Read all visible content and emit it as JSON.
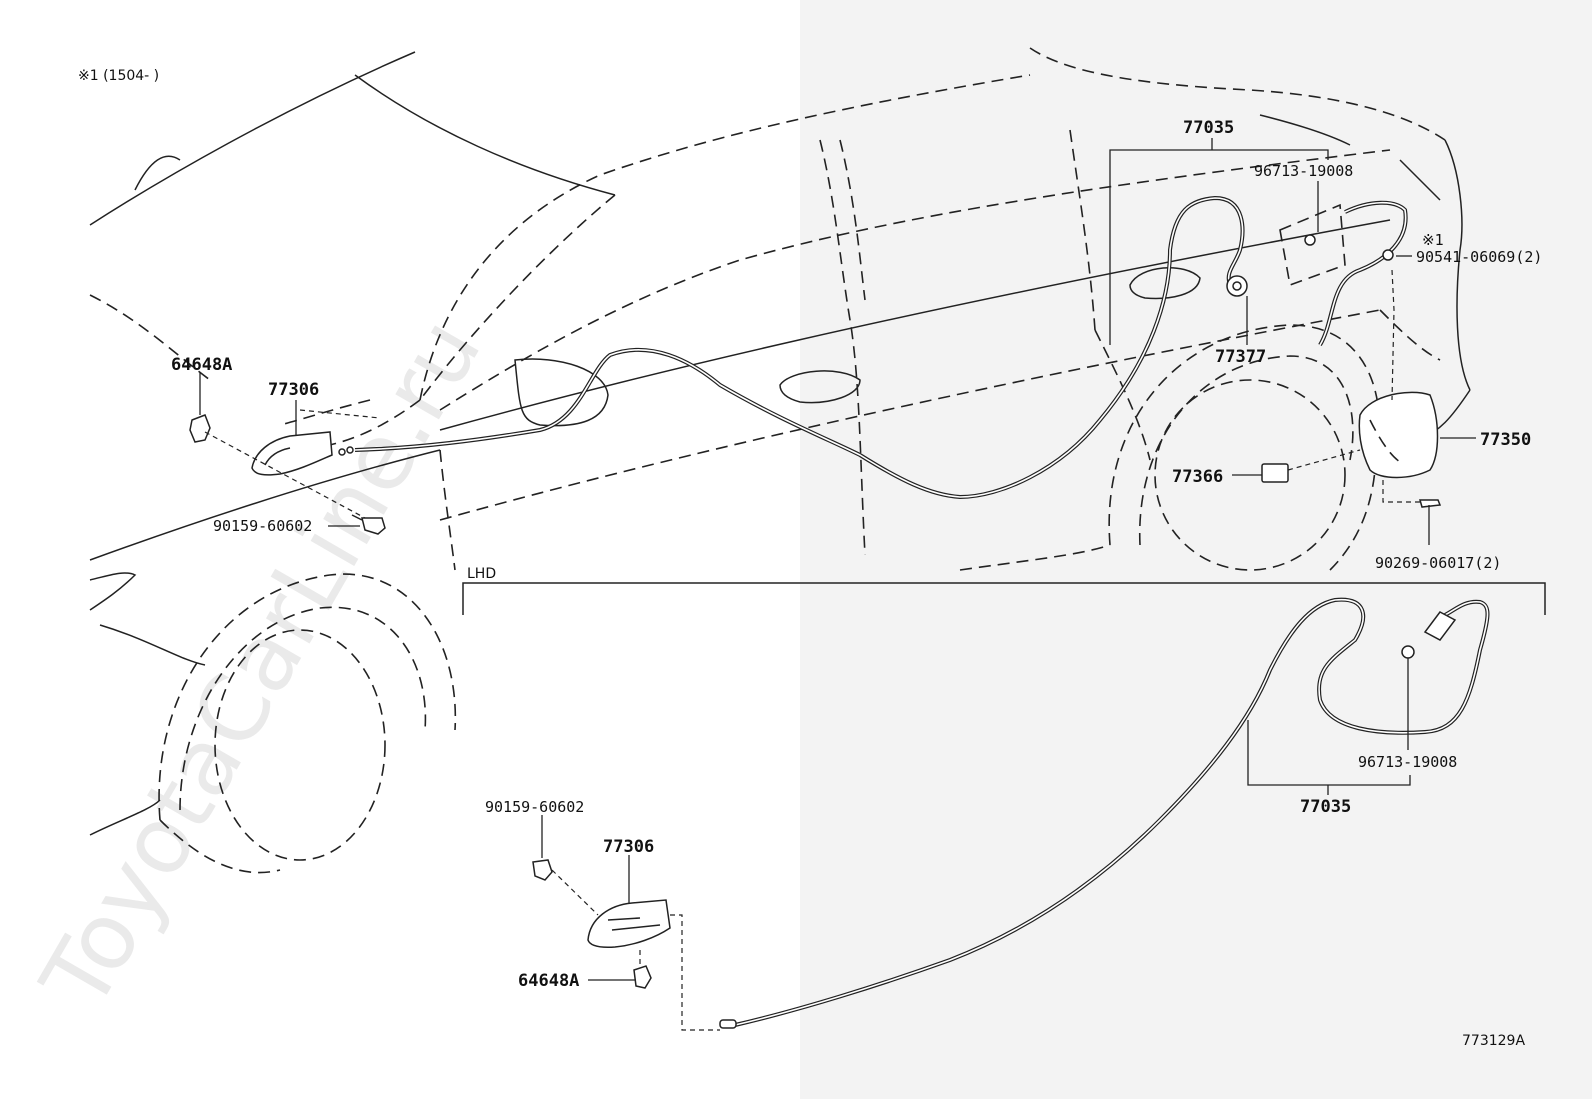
{
  "notes": {
    "date_range": "※1 (1504-        )"
  },
  "labels": {
    "top": {
      "p64648a": "64648A",
      "p77306": "77306",
      "p90159": "90159-60602",
      "p77035": "77035",
      "p96713": "96713-19008",
      "note_mark": "※1",
      "p90541": "90541-06069(2)",
      "p77377": "77377",
      "p77350": "77350",
      "p77366": "77366",
      "p90269": "90269-06017(2)"
    },
    "lhd": {
      "section": "LHD",
      "p90159": "90159-60602",
      "p77306": "77306",
      "p64648a": "64648A",
      "p96713": "96713-19008",
      "p77035": "77035"
    }
  },
  "diagram_id": "773129A",
  "watermark": "ToyotaCarLine.ru"
}
